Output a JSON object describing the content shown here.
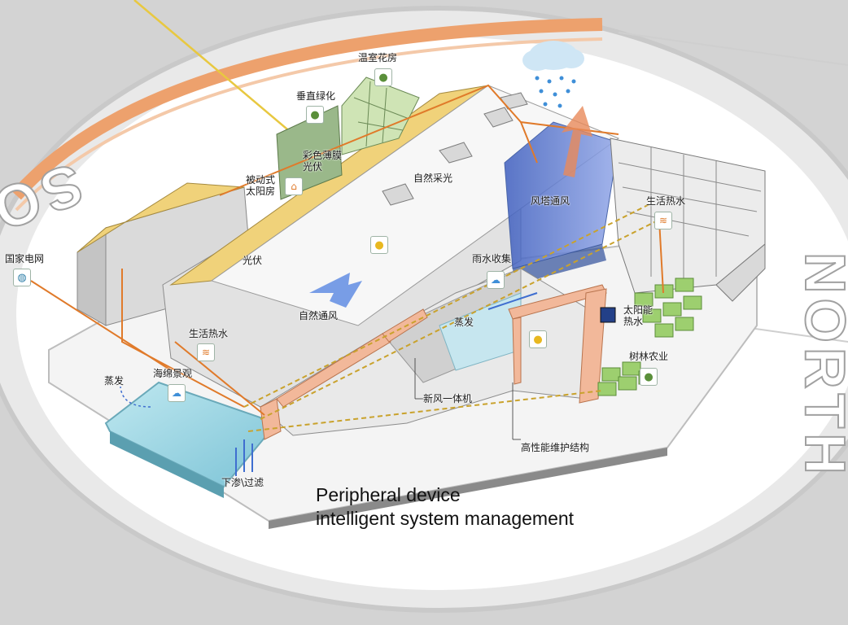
{
  "compass": {
    "south": "SOUTH",
    "north": "NORTH"
  },
  "labels": {
    "greenhouse": "温室花房",
    "vertical_green": "垂直绿化",
    "color_film_pv": "彩色薄膜\n光伏",
    "passive_solar": "被动式\n太阳房",
    "daylight": "自然采光",
    "wind_tower": "风塔通风",
    "hot_water_top": "生活热水",
    "national_grid": "国家电网",
    "pv": "光伏",
    "rain_collection": "雨水收集",
    "natural_ventilation": "自然通风",
    "hot_water_left": "生活热水",
    "solar_hot_water": "太阳能\n热水",
    "forest_agri": "树林农业",
    "evaporation_mid": "蒸发",
    "sponge": "海绵景观",
    "evaporation_left": "蒸发",
    "fresh_air": "新风一体机",
    "envelope": "高性能维护结构",
    "seepage": "下渗\\过滤"
  },
  "caption": {
    "line1": "Peripheral device",
    "line2": "intelligent system management"
  },
  "colors": {
    "solar_ray": "#e8c840",
    "energy_flow": "#e07a2a",
    "rain": "#3f8fd8",
    "wind_tower": "#4d6ec9",
    "roof_pv": "#f0d27a",
    "pool": "#8fd0df",
    "green": "#9dcf6f"
  }
}
